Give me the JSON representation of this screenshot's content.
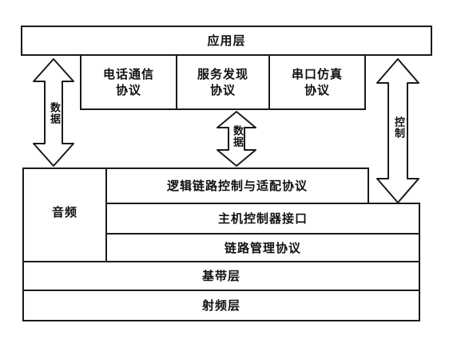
{
  "layers": {
    "application": "应用层",
    "telephony_line1": "电话通信",
    "telephony_line2": "协议",
    "service_discovery_line1": "服务发现",
    "service_discovery_line2": "协议",
    "serial_emulation_line1": "串口仿真",
    "serial_emulation_line2": "协议",
    "audio": "音频",
    "l2cap": "逻辑链路控制与适配协议",
    "hci": "主机控制器接口",
    "lmp": "链路管理协议",
    "baseband": "基带层",
    "radio": "射频层"
  },
  "arrows": {
    "left": "数据",
    "middle": "数据",
    "right": "控制"
  }
}
